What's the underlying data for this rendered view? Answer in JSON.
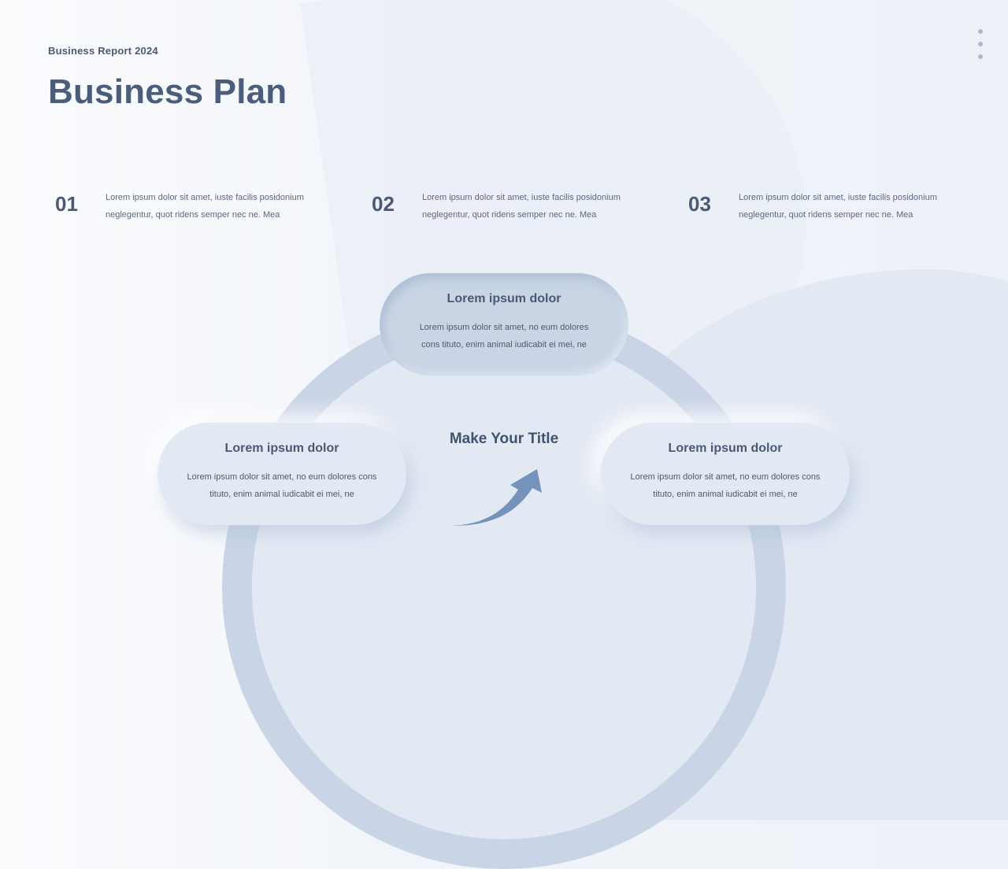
{
  "header": {
    "subtitle": "Business Report 2024",
    "title": "Business Plan",
    "menu_icon": "vertical-dots-icon"
  },
  "points": [
    {
      "number": "01",
      "text": "Lorem ipsum dolor sit amet, iuste facilis posidonium neglegentur, quot ridens semper nec ne. Mea"
    },
    {
      "number": "02",
      "text": "Lorem ipsum dolor sit amet, iuste facilis posidonium neglegentur, quot ridens semper nec ne. Mea"
    },
    {
      "number": "03",
      "text": "Lorem ipsum dolor sit amet, iuste facilis posidonium neglegentur, quot ridens semper nec ne. Mea"
    }
  ],
  "cycle": {
    "center_title": "Make Your Title",
    "center_icon": "curved-arrow-up-right-icon",
    "cards": [
      {
        "position": "top",
        "heading": "Lorem ipsum dolor",
        "text": "Lorem ipsum dolor sit amet, no eum dolores cons tituto, enim animal iudicabit ei mei, ne"
      },
      {
        "position": "left",
        "heading": "Lorem ipsum dolor",
        "text": "Lorem ipsum dolor sit amet, no eum dolores cons tituto, enim animal iudicabit ei mei, ne"
      },
      {
        "position": "right",
        "heading": "Lorem ipsum dolor",
        "text": "Lorem ipsum dolor sit amet, no eum dolores cons tituto, enim animal iudicabit ei mei, ne"
      }
    ]
  },
  "colors": {
    "title": "#4a5d7b",
    "accent_arrow": "#7592bb",
    "ring": "#c9d5e6",
    "background": "#eef2f8"
  }
}
